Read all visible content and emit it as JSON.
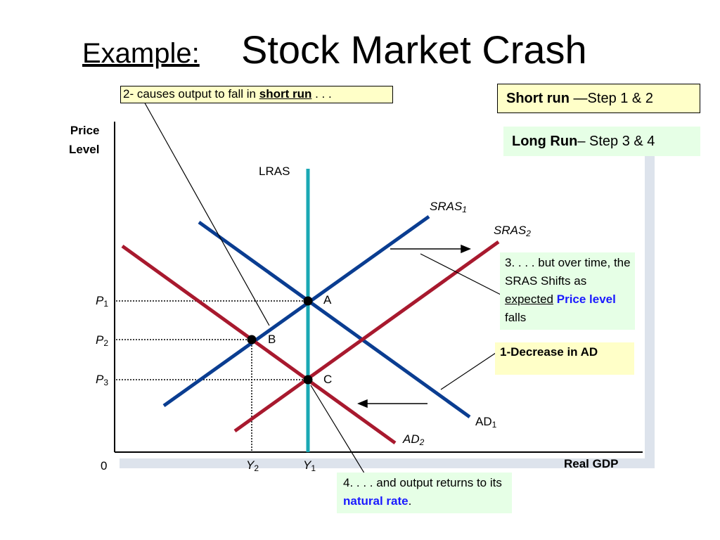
{
  "title": {
    "prefix": "Example:",
    "main": "Stock Market Crash"
  },
  "legend_boxes": {
    "short_run_label": "Short run",
    "short_run_steps": " —Step 1 & 2",
    "long_run_label": "Long Run",
    "long_run_steps": "– Step 3 & 4"
  },
  "notes": {
    "step2_prefix": "2-   causes output to fall in ",
    "step2_emph": "short run",
    "step2_suffix": " . . .",
    "step3_line1": "3. . . . but over time, the SRAS Shifts as ",
    "step3_expected": "expected",
    "step3_price_level": "Price level",
    "step3_end": " falls",
    "step1": "1-Decrease in AD",
    "step4_line1": "4. . . . and output returns to its ",
    "step4_natural_rate": "natural rate",
    "step4_end": "."
  },
  "axes": {
    "y_label_line1": "Price",
    "y_label_line2": "Level",
    "x_label": "Real GDP",
    "origin": "0"
  },
  "curves": {
    "lras": "LRAS",
    "sras1": "SRAS",
    "sras1_sub": "1",
    "sras2": "SRAS",
    "sras2_sub": "2",
    "ad1": "AD",
    "ad1_sub": "1",
    "ad2": "AD",
    "ad2_sub": "2"
  },
  "points": {
    "a": "A",
    "b": "B",
    "c": "C"
  },
  "ticks": {
    "p": "P",
    "p1_sub": "1",
    "p2_sub": "2",
    "p3_sub": "3",
    "y": "Y",
    "y1_sub": "1",
    "y2_sub": "2"
  },
  "colors": {
    "blue_curve": "#0a3d91",
    "red_curve": "#a8192e",
    "lras": "#1aa8b4",
    "note_yellow": "#ffffc8",
    "note_green": "#e6ffe6"
  }
}
